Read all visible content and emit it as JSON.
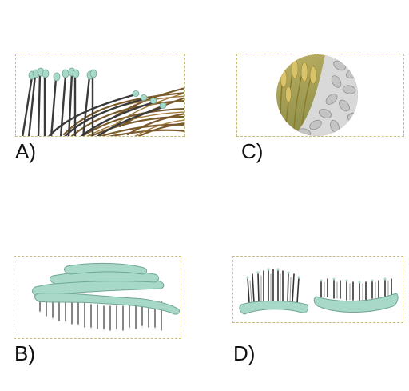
{
  "options": [
    {
      "id": "a",
      "label": "A)",
      "image": "bristle-tips-illustration"
    },
    {
      "id": "b",
      "label": "B)",
      "image": "stacked-detangling-brushes"
    },
    {
      "id": "c",
      "label": "C)",
      "image": "wheat-and-pellets-circle"
    },
    {
      "id": "d",
      "label": "D)",
      "image": "curved-paddle-brushes"
    }
  ],
  "colors": {
    "border": "#c8bf7a",
    "mint": "#a8d8c8",
    "bristle_dark": "#3a3a3a",
    "hair_brown": "#7a5a2a",
    "wheat": "#b9a24a",
    "pellet": "#c9c9c9"
  }
}
